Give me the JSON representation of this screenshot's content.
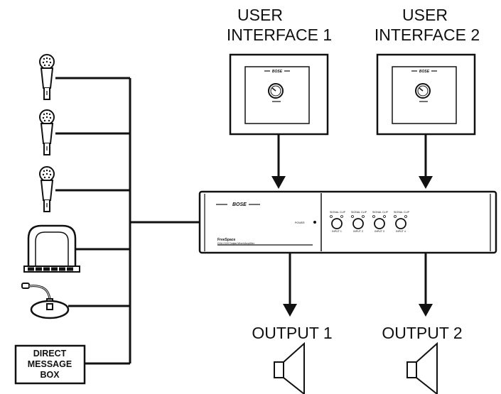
{
  "ui1": {
    "line1": "USER",
    "line2": "INTERFACE 1",
    "brand": "BOSE"
  },
  "ui2": {
    "line1": "USER",
    "line2": "INTERFACE 2",
    "brand": "BOSE"
  },
  "amplifier": {
    "brand": "BOSE",
    "model": "FreeSpace",
    "model_sub": "DXA 2120 Digital Mixer/Amplifier",
    "power_label": "POWER",
    "knob_top_left": "SIGNAL",
    "knob_top_right": "CLIP",
    "inputs": [
      "INPUT 1",
      "INPUT 2",
      "INPUT 3",
      "INPUT 4"
    ]
  },
  "outputs": {
    "out1": "OUTPUT 1",
    "out2": "OUTPUT 2"
  },
  "dmb": {
    "line1": "DIRECT",
    "line2": "MESSAGE",
    "line3": "BOX"
  },
  "icons": [
    "handheld-microphone-icon",
    "paging-station-icon",
    "gooseneck-microphone-icon",
    "loudspeaker-icon",
    "volume-knob-icon"
  ]
}
